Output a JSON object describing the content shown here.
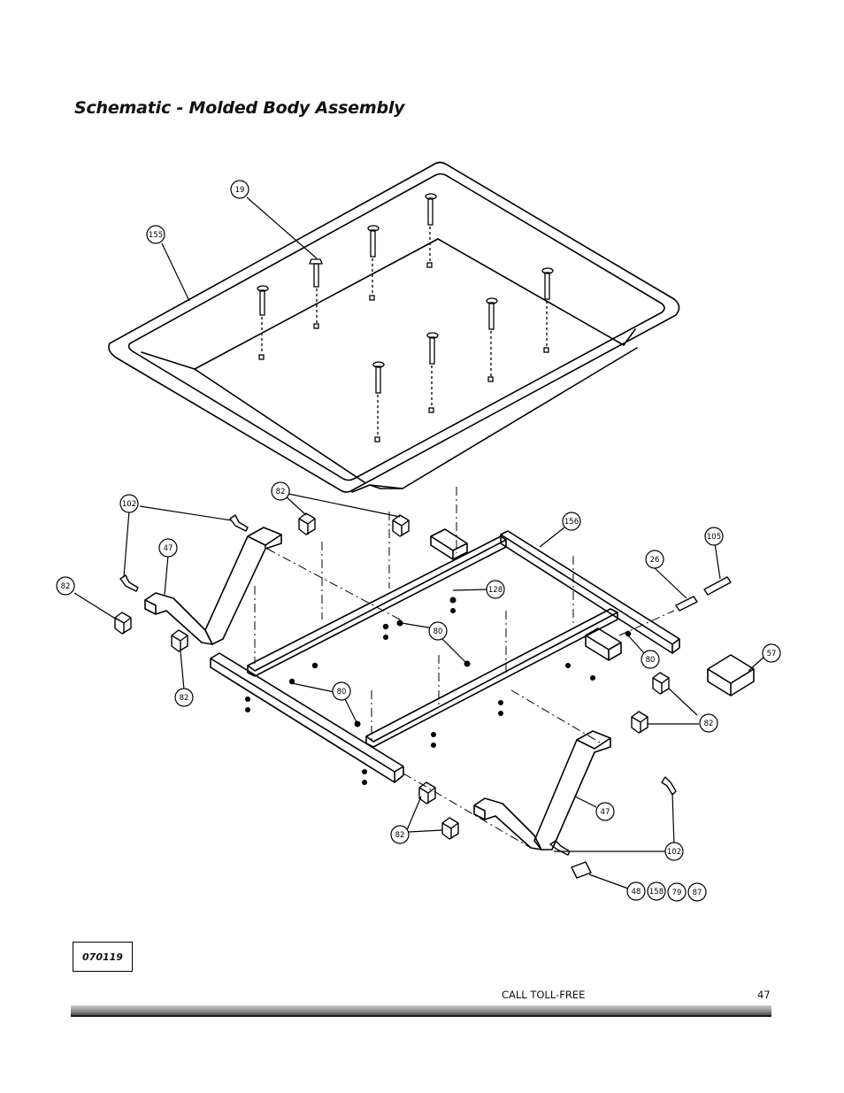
{
  "page": {
    "title": "Schematic - Molded Body Assembly",
    "doc_code": "070119",
    "footer_call": "CALL TOLL-FREE",
    "page_number": "47"
  },
  "callouts": [
    {
      "id": "c155",
      "label": "155"
    },
    {
      "id": "c19",
      "label": "19"
    },
    {
      "id": "c82a",
      "label": "82"
    },
    {
      "id": "c102a",
      "label": "102"
    },
    {
      "id": "c47a",
      "label": "47"
    },
    {
      "id": "c82b",
      "label": "82"
    },
    {
      "id": "c156",
      "label": "156"
    },
    {
      "id": "c128",
      "label": "128"
    },
    {
      "id": "c80a",
      "label": "80"
    },
    {
      "id": "c26",
      "label": "26"
    },
    {
      "id": "c105",
      "label": "105"
    },
    {
      "id": "c80b",
      "label": "80"
    },
    {
      "id": "c57",
      "label": "57"
    },
    {
      "id": "c82c",
      "label": "82"
    },
    {
      "id": "c80c",
      "label": "80"
    },
    {
      "id": "c82d",
      "label": "82"
    },
    {
      "id": "c47b",
      "label": "47"
    },
    {
      "id": "c82e",
      "label": "82"
    },
    {
      "id": "c102b",
      "label": "102"
    },
    {
      "id": "c48",
      "label": "48"
    },
    {
      "id": "c158",
      "label": "158"
    },
    {
      "id": "c79",
      "label": "79"
    },
    {
      "id": "c87",
      "label": "87"
    }
  ]
}
